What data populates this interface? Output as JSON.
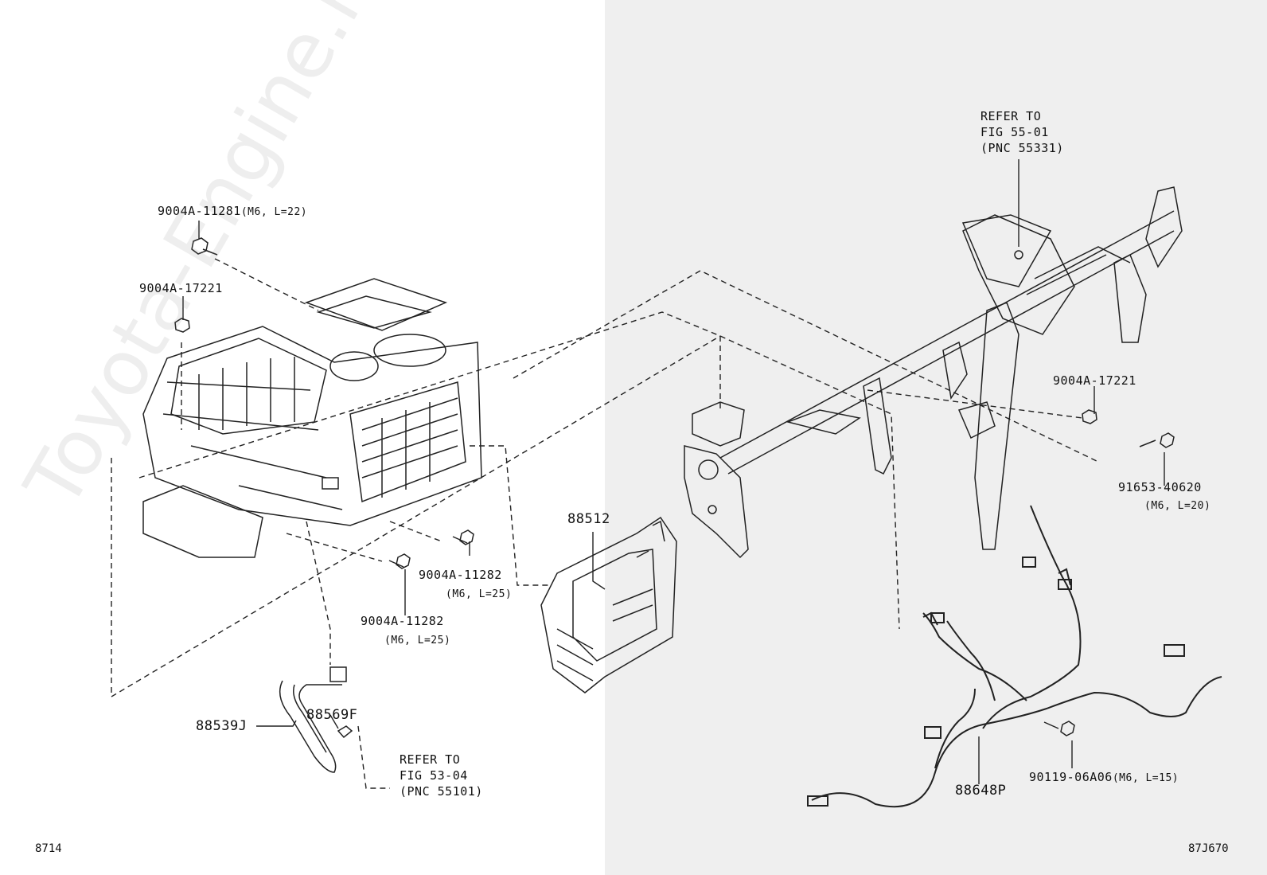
{
  "watermark": "Toyota-Engine.ru",
  "footer": {
    "left_code": "8714",
    "right_code": "87J670"
  },
  "parts": {
    "p1": {
      "part_number": "9004A-11281",
      "spec": "(M6, L=22)"
    },
    "p2": {
      "part_number": "9004A-17221"
    },
    "p3": {
      "part_number": "9004A-17221"
    },
    "p4": {
      "part_number": "91653-40620",
      "spec": "(M6, L=20)"
    },
    "p5": {
      "part_number": "9004A-11282",
      "spec": "(M6, L=25)"
    },
    "p6": {
      "part_number": "9004A-11282",
      "spec": "(M6, L=25)"
    },
    "p7": {
      "part_number": "88512"
    },
    "p8": {
      "part_number": "88539J"
    },
    "p9": {
      "part_number": "88569F"
    },
    "p10": {
      "part_number": "88648P"
    },
    "p11": {
      "part_number": "90119-06A06",
      "spec": "(M6, L=15)"
    }
  },
  "refs": {
    "r1": {
      "line1": "REFER TO",
      "line2": "FIG 55-01",
      "line3": "(PNC 55331)"
    },
    "r2": {
      "line1": "REFER TO",
      "line2": "FIG 53-04",
      "line3": "(PNC 55101)"
    }
  }
}
